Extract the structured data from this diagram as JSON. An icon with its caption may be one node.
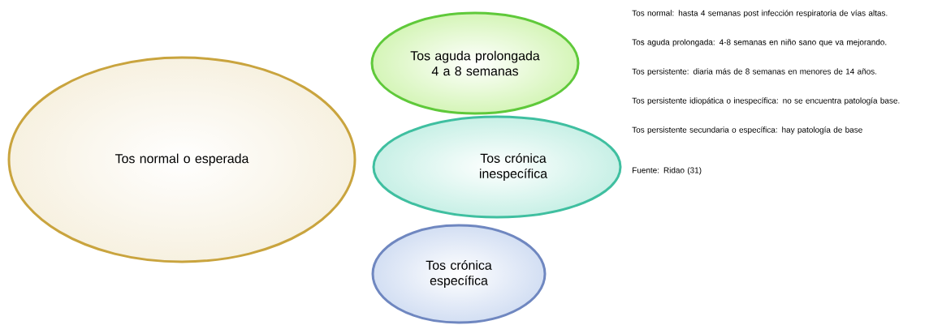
{
  "diagram": {
    "nodes": [
      {
        "text": [
          "Tos normal o esperada"
        ]
      },
      {
        "text": [
          "Tos aguda prolongada 4 a 8 semanas"
        ]
      },
      {
        "text": [
          "Tos crónica inespecífica"
        ]
      },
      {
        "text": [
          "Tos crónica específica"
        ]
      }
    ],
    "labels": [
      "Tos normal: hasta 4 semanas post infección respiratoria de vías altas.",
      "Tos aguda prolongada: 4-8 semanas en niño sano que va mejorando.",
      "Tos persistente: diaria más de 8 semanas en menores de 14 años.",
      "Tos persistente idiopática o inespecífica: no se encuentra patología base.",
      "Tos persistente secundaria o específica: hay patología de base",
      "Fuente: Ridao (31)"
    ]
  }
}
